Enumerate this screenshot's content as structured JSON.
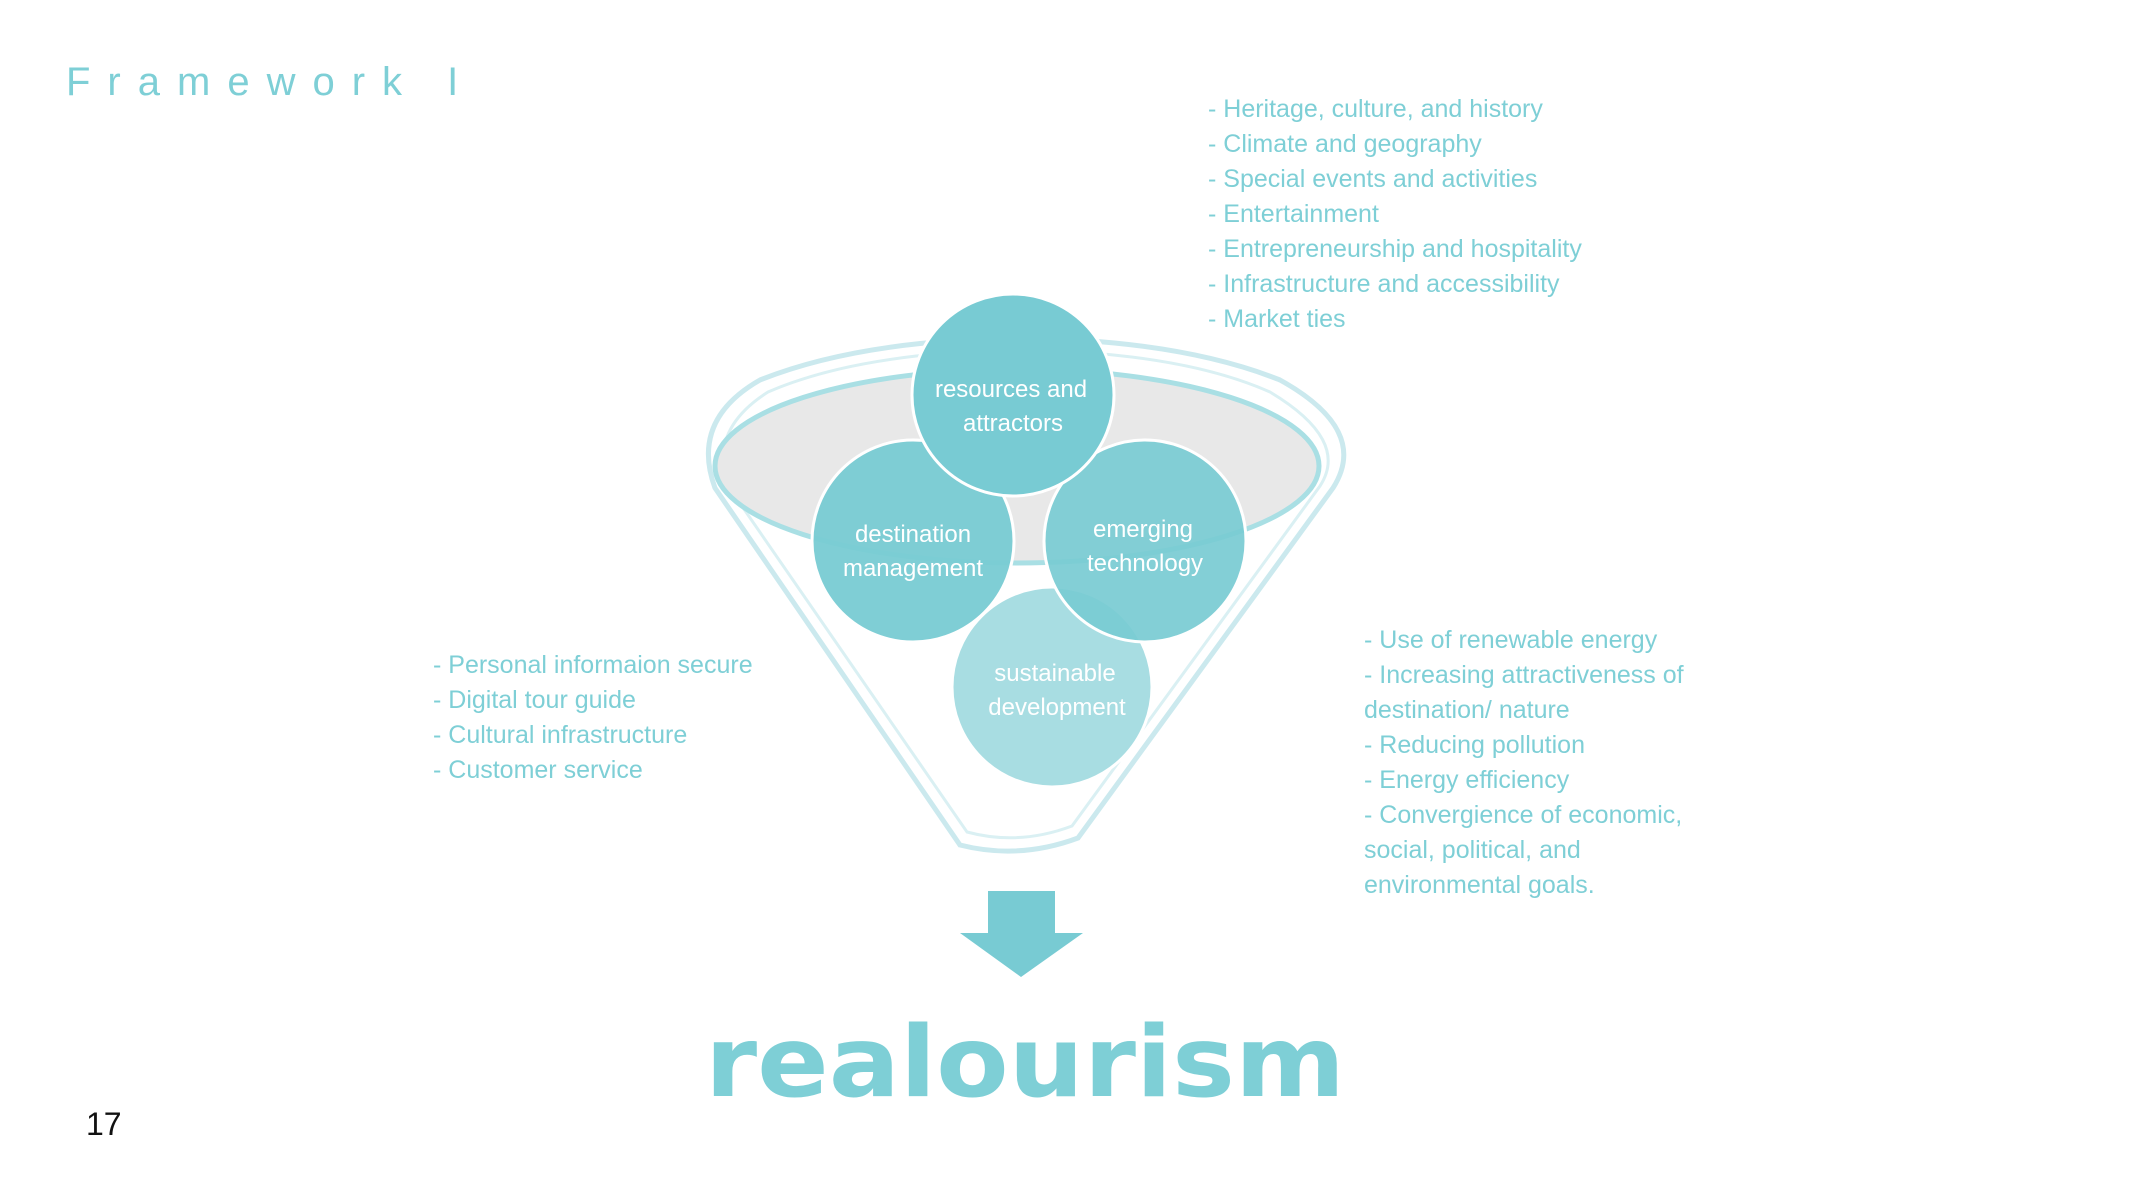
{
  "title": "Framework I",
  "page_number": "17",
  "circles": {
    "resources": [
      "resources and",
      "attractors"
    ],
    "destination": [
      "destination",
      "management"
    ],
    "emerging": [
      "emerging",
      "technology"
    ],
    "sustainable": [
      "sustainable",
      "development"
    ]
  },
  "resources_list": [
    "- Heritage, culture, and history",
    "- Climate and geography",
    "- Special events and activities",
    "- Entertainment",
    "- Entrepreneurship and hospitality",
    "- Infrastructure and accessibility",
    "- Market ties"
  ],
  "destination_list": [
    "- Personal informaion secure",
    "- Digital tour guide",
    "- Cultural infrastructure",
    "- Customer service"
  ],
  "sustainable_list": [
    "- Use of renewable energy",
    "- Increasing attractiveness of destination/ nature",
    "- Reducing pollution",
    "- Energy efficiency",
    "- Convergience of economic, social, political, and environmental goals."
  ],
  "brand": "realourism",
  "colors": {
    "accent": "#7ecfd6",
    "funnel_outline": "#cbe9ee",
    "funnel_inner": "#e8e8e8",
    "circle_fill": "#78cbd3",
    "circle_light": "#a8dde2",
    "page_number": "#111111"
  },
  "icons": {
    "arrow": "arrow-down-icon",
    "funnel": "funnel-icon"
  }
}
